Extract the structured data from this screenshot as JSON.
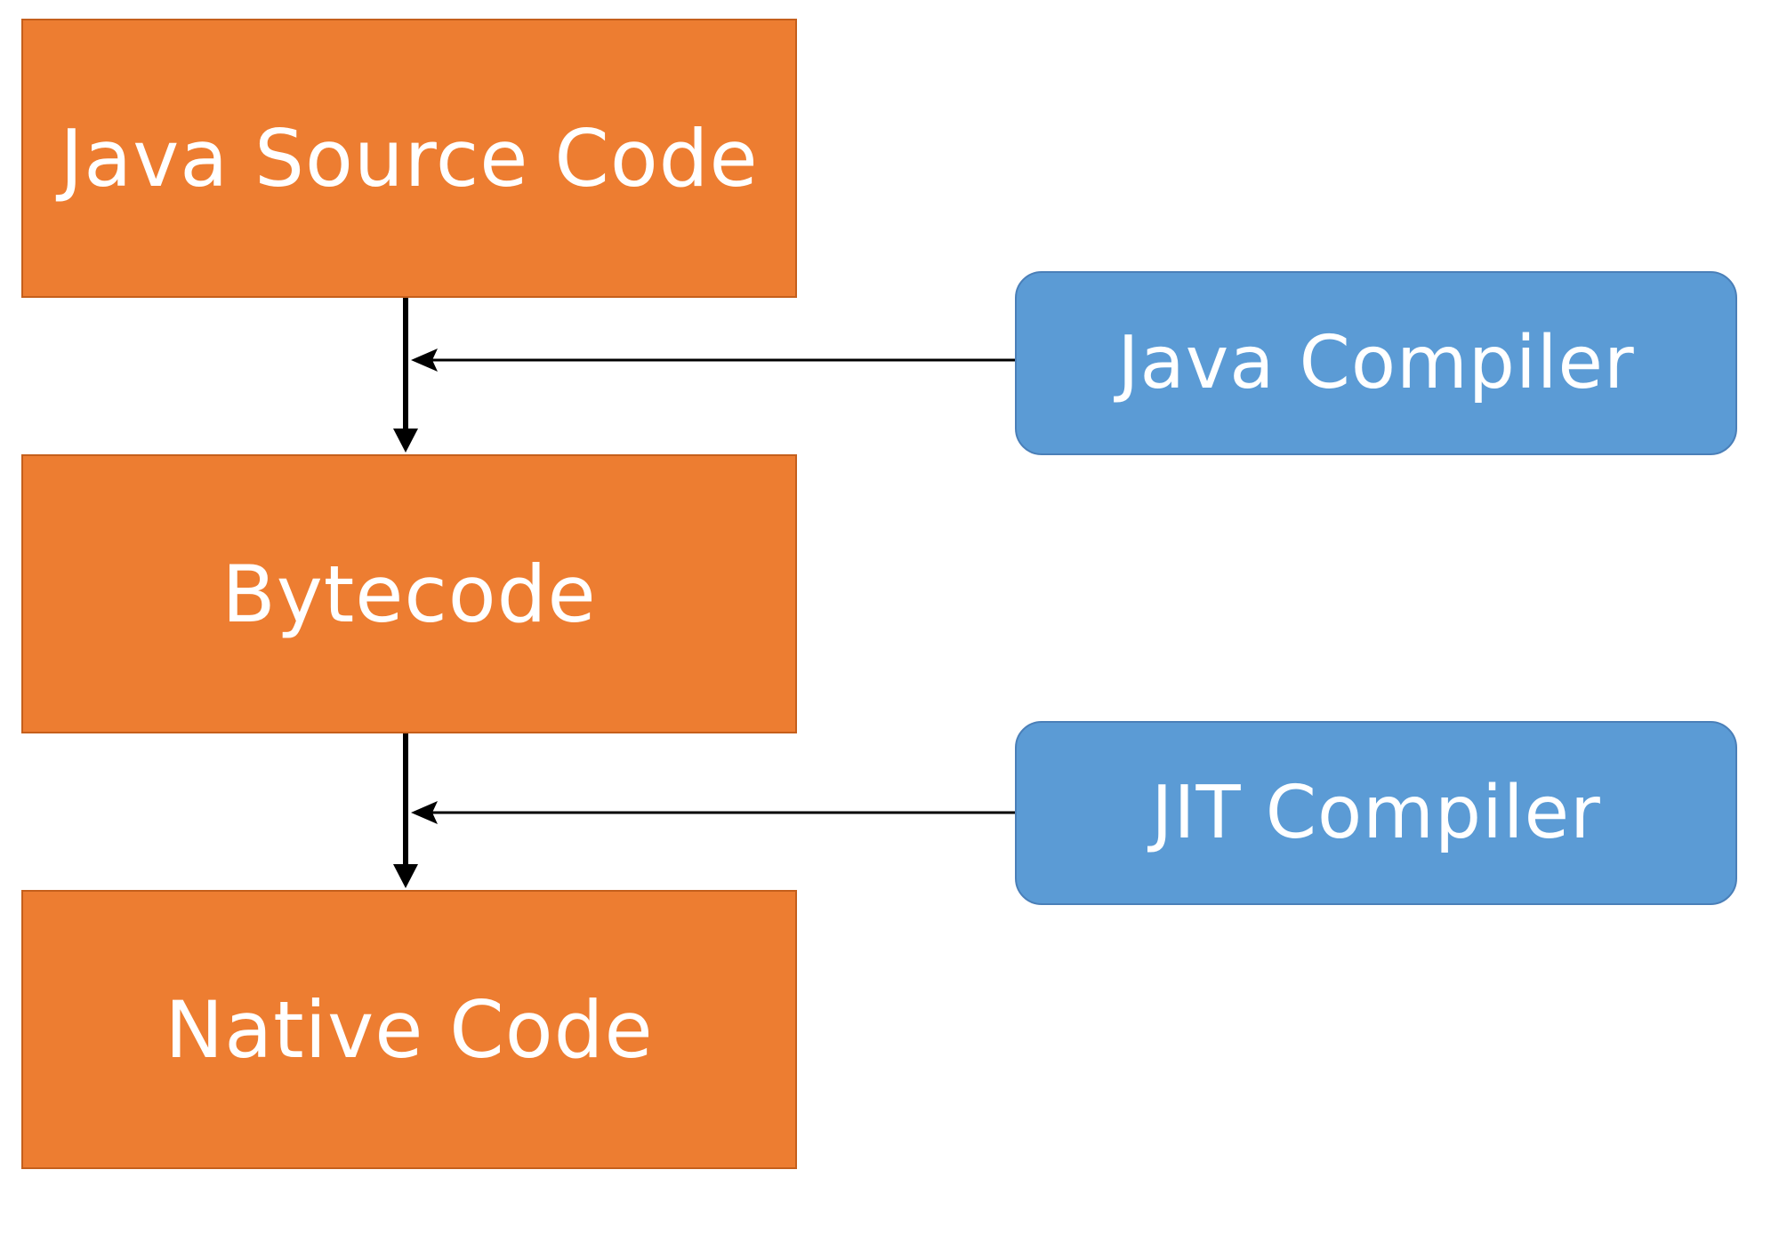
{
  "stages": {
    "source": {
      "label": "Java Source Code"
    },
    "bytecode": {
      "label": "Bytecode"
    },
    "native": {
      "label": "Native Code"
    }
  },
  "tools": {
    "java_compiler": {
      "label": "Java Compiler"
    },
    "jit_compiler": {
      "label": "JIT Compiler"
    }
  },
  "colors": {
    "stage_fill": "#ed7d31",
    "tool_fill": "#5b9bd5",
    "connector": "#000000"
  }
}
